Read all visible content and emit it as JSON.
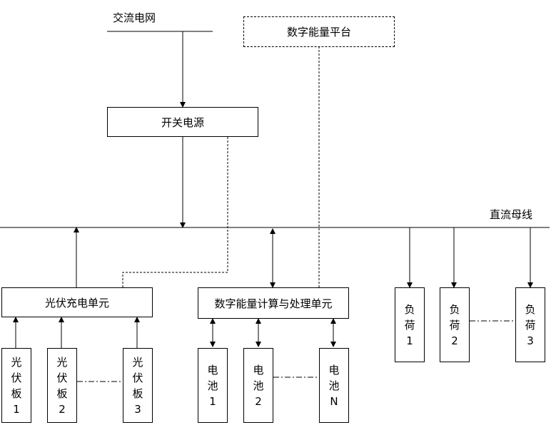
{
  "grid_label": "交流电网",
  "platform_label": "数字能量平台",
  "switch_power_label": "开关电源",
  "dc_bus_label": "直流母线",
  "pv_unit_label": "光伏充电单元",
  "compute_unit_label": "数字能量计算与处理单元",
  "panels": [
    {
      "chars": [
        "光",
        "伏",
        "板",
        "1"
      ]
    },
    {
      "chars": [
        "光",
        "伏",
        "板",
        "2"
      ]
    },
    {
      "chars": [
        "光",
        "伏",
        "板",
        "3"
      ]
    }
  ],
  "batteries": [
    {
      "chars": [
        "电",
        "池",
        "1"
      ]
    },
    {
      "chars": [
        "电",
        "池",
        "2"
      ]
    },
    {
      "chars": [
        "电",
        "池",
        "N"
      ]
    }
  ],
  "loads": [
    {
      "chars": [
        "负",
        "荷",
        "1"
      ]
    },
    {
      "chars": [
        "负",
        "荷",
        "2"
      ]
    },
    {
      "chars": [
        "负",
        "荷",
        "3"
      ]
    }
  ]
}
